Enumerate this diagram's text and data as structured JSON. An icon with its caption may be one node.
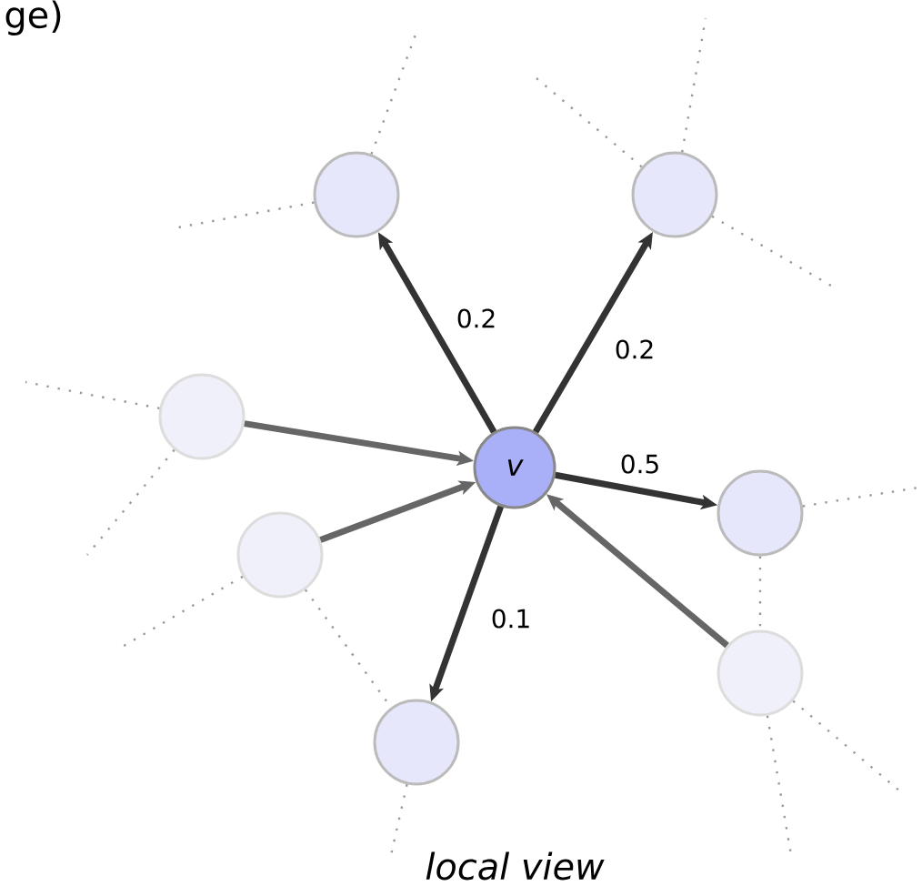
{
  "diagram": {
    "caption": "local view",
    "nodes": [
      {
        "text": [
          "v"
        ]
      },
      {
        "text": [],
        "shape": "circle"
      },
      {
        "text": [],
        "shape": "circle"
      },
      {
        "text": [],
        "shape": "circle"
      },
      {
        "text": [],
        "shape": "circle"
      },
      {
        "text": [],
        "shape": "circle"
      },
      {
        "text": [],
        "shape": "circle"
      },
      {
        "text": [],
        "shape": "circle"
      }
    ],
    "edges": [
      {
        "from": 0,
        "to": 1,
        "arrow": "to",
        "label": "0.2",
        "style": "thick",
        "color": "#333333"
      },
      {
        "from": 0,
        "to": 2,
        "arrow": "to",
        "label": "0.2",
        "style": "thick",
        "color": "#333333"
      },
      {
        "from": 3,
        "to": 0,
        "arrow": "to",
        "style": "thick",
        "color": "#666666"
      },
      {
        "from": 4,
        "to": 0,
        "arrow": "to",
        "style": "thick",
        "color": "#666666"
      },
      {
        "from": 0,
        "to": 5,
        "arrow": "to",
        "label": "0.5",
        "style": "thick",
        "color": "#333333"
      },
      {
        "from": 0,
        "to": 6,
        "arrow": "to",
        "label": "0.1",
        "style": "thick",
        "color": "#333333"
      },
      {
        "from": 7,
        "to": 0,
        "arrow": "to",
        "style": "thick",
        "color": "#666666"
      },
      {
        "from": 4,
        "to": 6,
        "arrow": "none",
        "style": "dashed"
      },
      {
        "from": 5,
        "to": 7,
        "arrow": "none",
        "style": "dashed"
      },
      {
        "from": 1,
        "to": null,
        "arrow": "none",
        "style": "dashed"
      },
      {
        "from": 1,
        "to": null,
        "arrow": "none",
        "style": "dashed"
      },
      {
        "from": 2,
        "to": null,
        "arrow": "none",
        "style": "dashed"
      },
      {
        "from": 2,
        "to": null,
        "arrow": "none",
        "style": "dashed"
      },
      {
        "from": 2,
        "to": null,
        "arrow": "none",
        "style": "dashed"
      },
      {
        "from": 3,
        "to": null,
        "arrow": "none",
        "style": "dashed"
      },
      {
        "from": 3,
        "to": null,
        "arrow": "none",
        "style": "dashed"
      },
      {
        "from": 4,
        "to": null,
        "arrow": "none",
        "style": "dashed"
      },
      {
        "from": 5,
        "to": null,
        "arrow": "none",
        "style": "dashed"
      },
      {
        "from": 6,
        "to": null,
        "arrow": "none",
        "style": "dashed"
      },
      {
        "from": 7,
        "to": null,
        "arrow": "none",
        "style": "dashed"
      },
      {
        "from": 7,
        "to": null,
        "arrow": "none",
        "style": "dashed"
      }
    ],
    "labels": [
      "ge)"
    ]
  }
}
